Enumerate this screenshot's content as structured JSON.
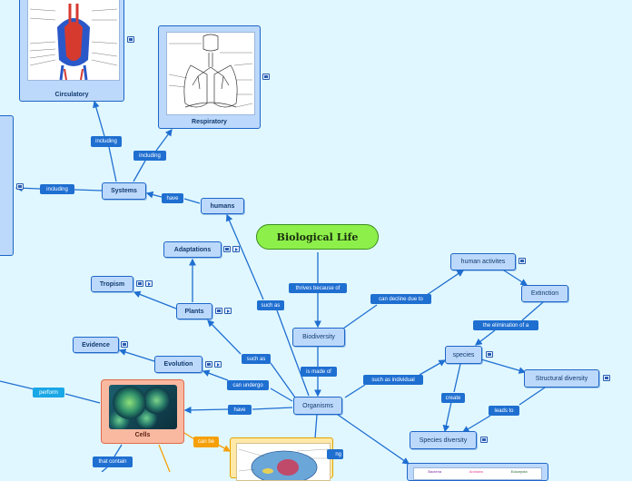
{
  "root": {
    "label": "Biological Life"
  },
  "nodes": {
    "humans": "humans",
    "systems": "Systems",
    "adaptations": "Adaptations",
    "tropism": "Tropism",
    "plants": "Plants",
    "evidence": "Evidence",
    "evolution": "Evolution",
    "biodiversity": "Biodiversity",
    "organisms": "Organisms",
    "human_activities": "human activites",
    "extinction": "Extinction",
    "species": "species",
    "structural_diversity": "Structural diversity",
    "species_diversity": "Species diversity",
    "cells": "Cells",
    "circulatory": "Circulatory",
    "respiratory": "Respiratory"
  },
  "connectors": {
    "thrives_because_of": "thrives because of",
    "can_decline_due_to": "can decline due to",
    "is_made_of": "is made of",
    "such_as_individual": "such as individual",
    "create": "create",
    "leads_to": "leads to",
    "the_elimination_of_a": "the elimination of a",
    "such_as_1": "such as",
    "such_as_2": "such as",
    "can_undergo": "can undergo",
    "have_1": "have",
    "have_2": "have",
    "including_1": "including",
    "including_2": "including",
    "including_3": "including",
    "perform": "perform",
    "can_be": "can be",
    "that_contain": "that contain",
    "partial_ng": "ng"
  },
  "image_labels": {
    "cell_bottom": [
      "Bacteria",
      "Archaea",
      "Eukaryota"
    ]
  },
  "colors": {
    "background": "#e0f7ff",
    "node_fill": "#bcd9fb",
    "node_border": "#1e66c8",
    "connector": "#1f6fd1",
    "root_fill": "#8df04a",
    "cells_fill": "#f9b9a0",
    "orange": "#f5a00a"
  },
  "icons": [
    "notes-icon",
    "play-icon",
    "heart-diagram-image",
    "lungs-diagram-image",
    "cells-photo-image",
    "cell-diagram-image"
  ]
}
